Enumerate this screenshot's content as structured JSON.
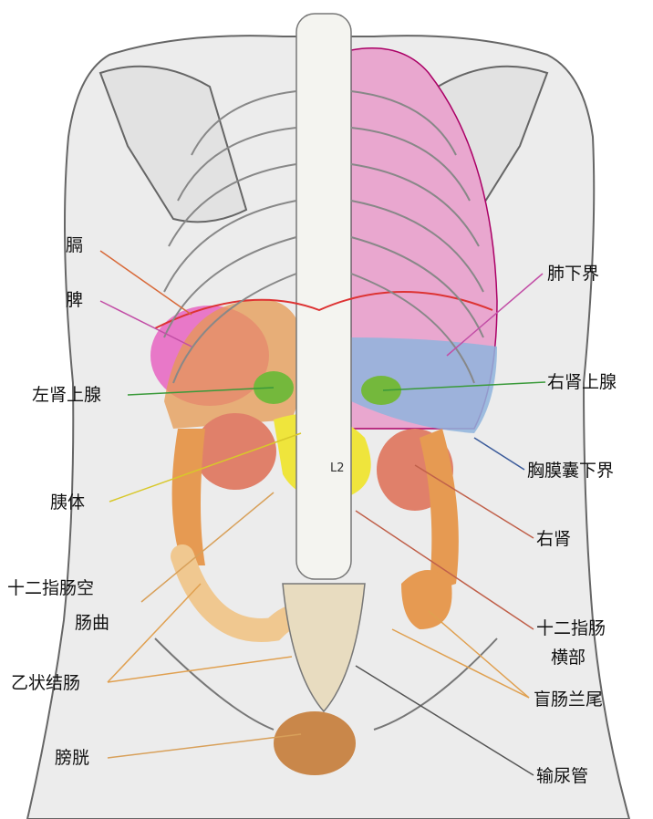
{
  "labels": {
    "diaphragm": "膈",
    "spleen": "脾",
    "left_adrenal": "左肾上腺",
    "pancreas_body": "胰体",
    "duodenojejunal_flexure_1": "十二指肠空",
    "duodenojejunal_flexure_2": "肠曲",
    "sigmoid_colon": "乙状结肠",
    "bladder": "膀胱",
    "lung_lower_border": "肺下界",
    "right_adrenal": "右肾上腺",
    "pleural_lower_border": "胸膜囊下界",
    "right_kidney": "右肾",
    "duodenum_horizontal_1": "十二指肠",
    "duodenum_horizontal_2": "横部",
    "cecum_appendix": "盲肠兰尾",
    "ureter": "输尿管",
    "vertebra_mark": "L2"
  },
  "colors": {
    "lung": "#e9a7cf",
    "pleura_blue": "#8fb4dd",
    "spleen": "#e86cc4",
    "kidney": "#e0806a",
    "adrenal": "#74b83c",
    "pancreas": "#efe53c",
    "colon": "#e69a52",
    "bladder": "#c9874a",
    "bone": "#ecebe6",
    "outline": "#555555"
  }
}
